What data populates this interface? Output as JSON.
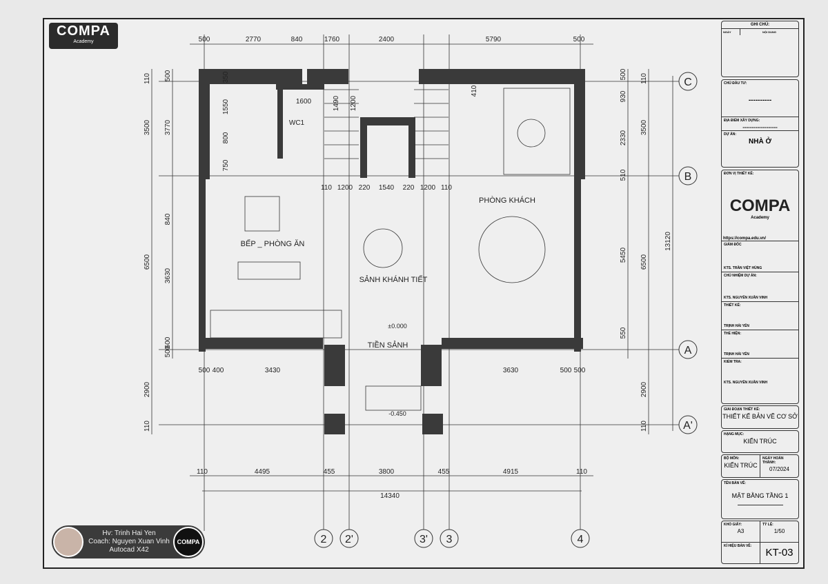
{
  "logo": {
    "brand": "COMPA",
    "sub": "Academy"
  },
  "plan": {
    "rooms": {
      "living": "PHÒNG KHÁCH",
      "kitchen": "BẾP _ PHÒNG ĂN",
      "hall": "SẢNH KHÁNH TIẾT",
      "foyer": "TIỀN SẢNH",
      "wc": "WC1"
    },
    "levels": {
      "floor": "±0.000",
      "porch": "-0.450"
    },
    "grid": {
      "c": "C",
      "b": "B",
      "a": "A",
      "a2": "A'",
      "g2": "2",
      "g2p": "2'",
      "g3p": "3'",
      "g3": "3",
      "g4": "4"
    },
    "dims_top": [
      "500",
      "2770",
      "840",
      "1760",
      "2400",
      "5790",
      "500"
    ],
    "dims_left_outer": [
      "110",
      "3500",
      "6500",
      "2900",
      "110"
    ],
    "dims_left_inner": [
      "500",
      "350",
      "3770",
      "1550",
      "800",
      "750",
      "840",
      "3630",
      "600",
      "500"
    ],
    "dims_right_inner": [
      "500",
      "930",
      "2330",
      "510",
      "5450",
      "550"
    ],
    "dims_right_outer": [
      "110",
      "3500",
      "6500",
      "2900",
      "110"
    ],
    "dim_total_right": "13120",
    "dims_bottom": [
      "110",
      "4495",
      "455",
      "3800",
      "455",
      "4915",
      "110"
    ],
    "dim_total_bottom": "14340",
    "dims_stair": [
      "110",
      "1200",
      "220",
      "1540",
      "220",
      "1200",
      "110"
    ],
    "dims_misc": {
      "wc_w": "1600",
      "stair1": "1490",
      "stair2": "1200",
      "wc_side": "410",
      "front_left": "3430",
      "front_right": "3630",
      "fl1": "500",
      "fl2": "400",
      "fr1": "500",
      "fr2": "500"
    }
  },
  "title_block": {
    "notes_title": "GHI CHÚ:",
    "col_date": "NGÀY",
    "col_content": "NỘI DUNG",
    "owner_label": "CHỦ ĐẦU TƯ:",
    "owner_value": "----------",
    "site_label": "ĐỊA ĐIỂM XÂY DỰNG:",
    "site_value": "-------------------",
    "project_label": "DỰ ÁN:",
    "project_value": "NHÀ Ở",
    "designer_label": "ĐƠN VỊ THIẾT KẾ:",
    "designer_url": "https://compa.edu.vn/",
    "director_label": "GIÁM ĐỐC",
    "director_name": "KTS. TRẦN VIỆT HÙNG",
    "pm_label": "CHỦ NHIỆM DỰ ÁN:",
    "pm_name": "KTS. NGUYỄN XUÂN VINH",
    "design_label": "THIẾT KẾ:",
    "design_name": "TRỊNH HẢI YẾN",
    "draw_label": "THỂ HIỆN:",
    "draw_name": "TRỊNH HẢI YẾN",
    "check_label": "KIỂM TRA:",
    "check_name": "KTS. NGUYỄN XUÂN VINH",
    "phase_label": "GIAI ĐOẠN THIẾT KẾ:",
    "phase_value": "THIẾT KẾ BẢN VẼ CƠ SỞ",
    "item_label": "HẠNG MỤC:",
    "item_value": "KIẾN TRÚC",
    "dept_label": "BỘ MÔN:",
    "dept_value": "KIẾN TRÚC",
    "date_label": "NGÀY HOÀN THÀNH:",
    "date_value": "07/2024",
    "drawing_label": "TÊN BẢN VẼ:",
    "drawing_value": "MẶT BẰNG TẦNG 1",
    "paper_label": "KHỔ GIẤY:",
    "paper_value": "A3",
    "scale_label": "TỶ LỆ:",
    "scale_value": "1/50",
    "code_label": "KÍ HIỆU BẢN VẼ:",
    "code_value": "KT-03"
  },
  "credit": {
    "student": "Hv: Trinh Hai Yen",
    "coach": "Coach: Nguyen Xuan Vinh",
    "course": "Autocad X42"
  }
}
